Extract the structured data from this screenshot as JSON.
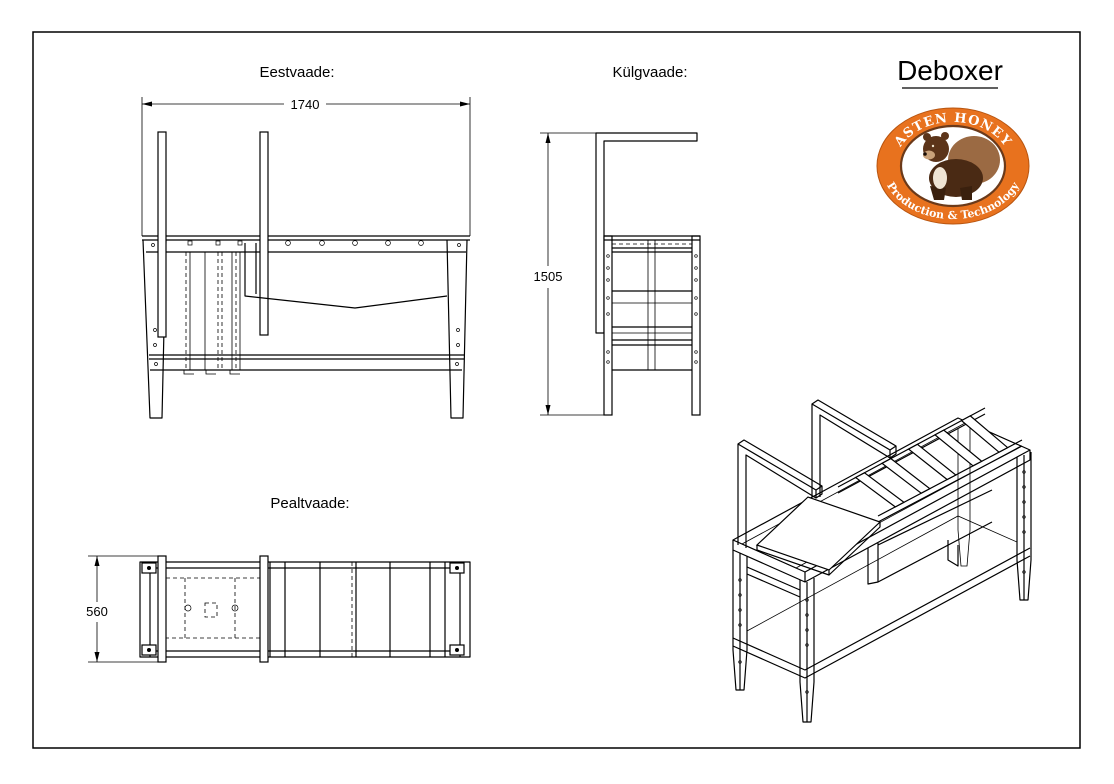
{
  "drawing": {
    "title": "Deboxer"
  },
  "views": {
    "front": {
      "label": "Eestvaade:",
      "dimension": "1740"
    },
    "side": {
      "label": "Külgvaade:",
      "dimension": "1505"
    },
    "top": {
      "label": "Pealtvaade:",
      "dimension": "560"
    }
  },
  "logo": {
    "brand": "ASTEN HONEY",
    "tagline": "Production & Technology",
    "icon": "bear-icon",
    "colors": {
      "ring": "#e8721e",
      "border": "#6b3a1a",
      "text": "#ffffff"
    }
  }
}
